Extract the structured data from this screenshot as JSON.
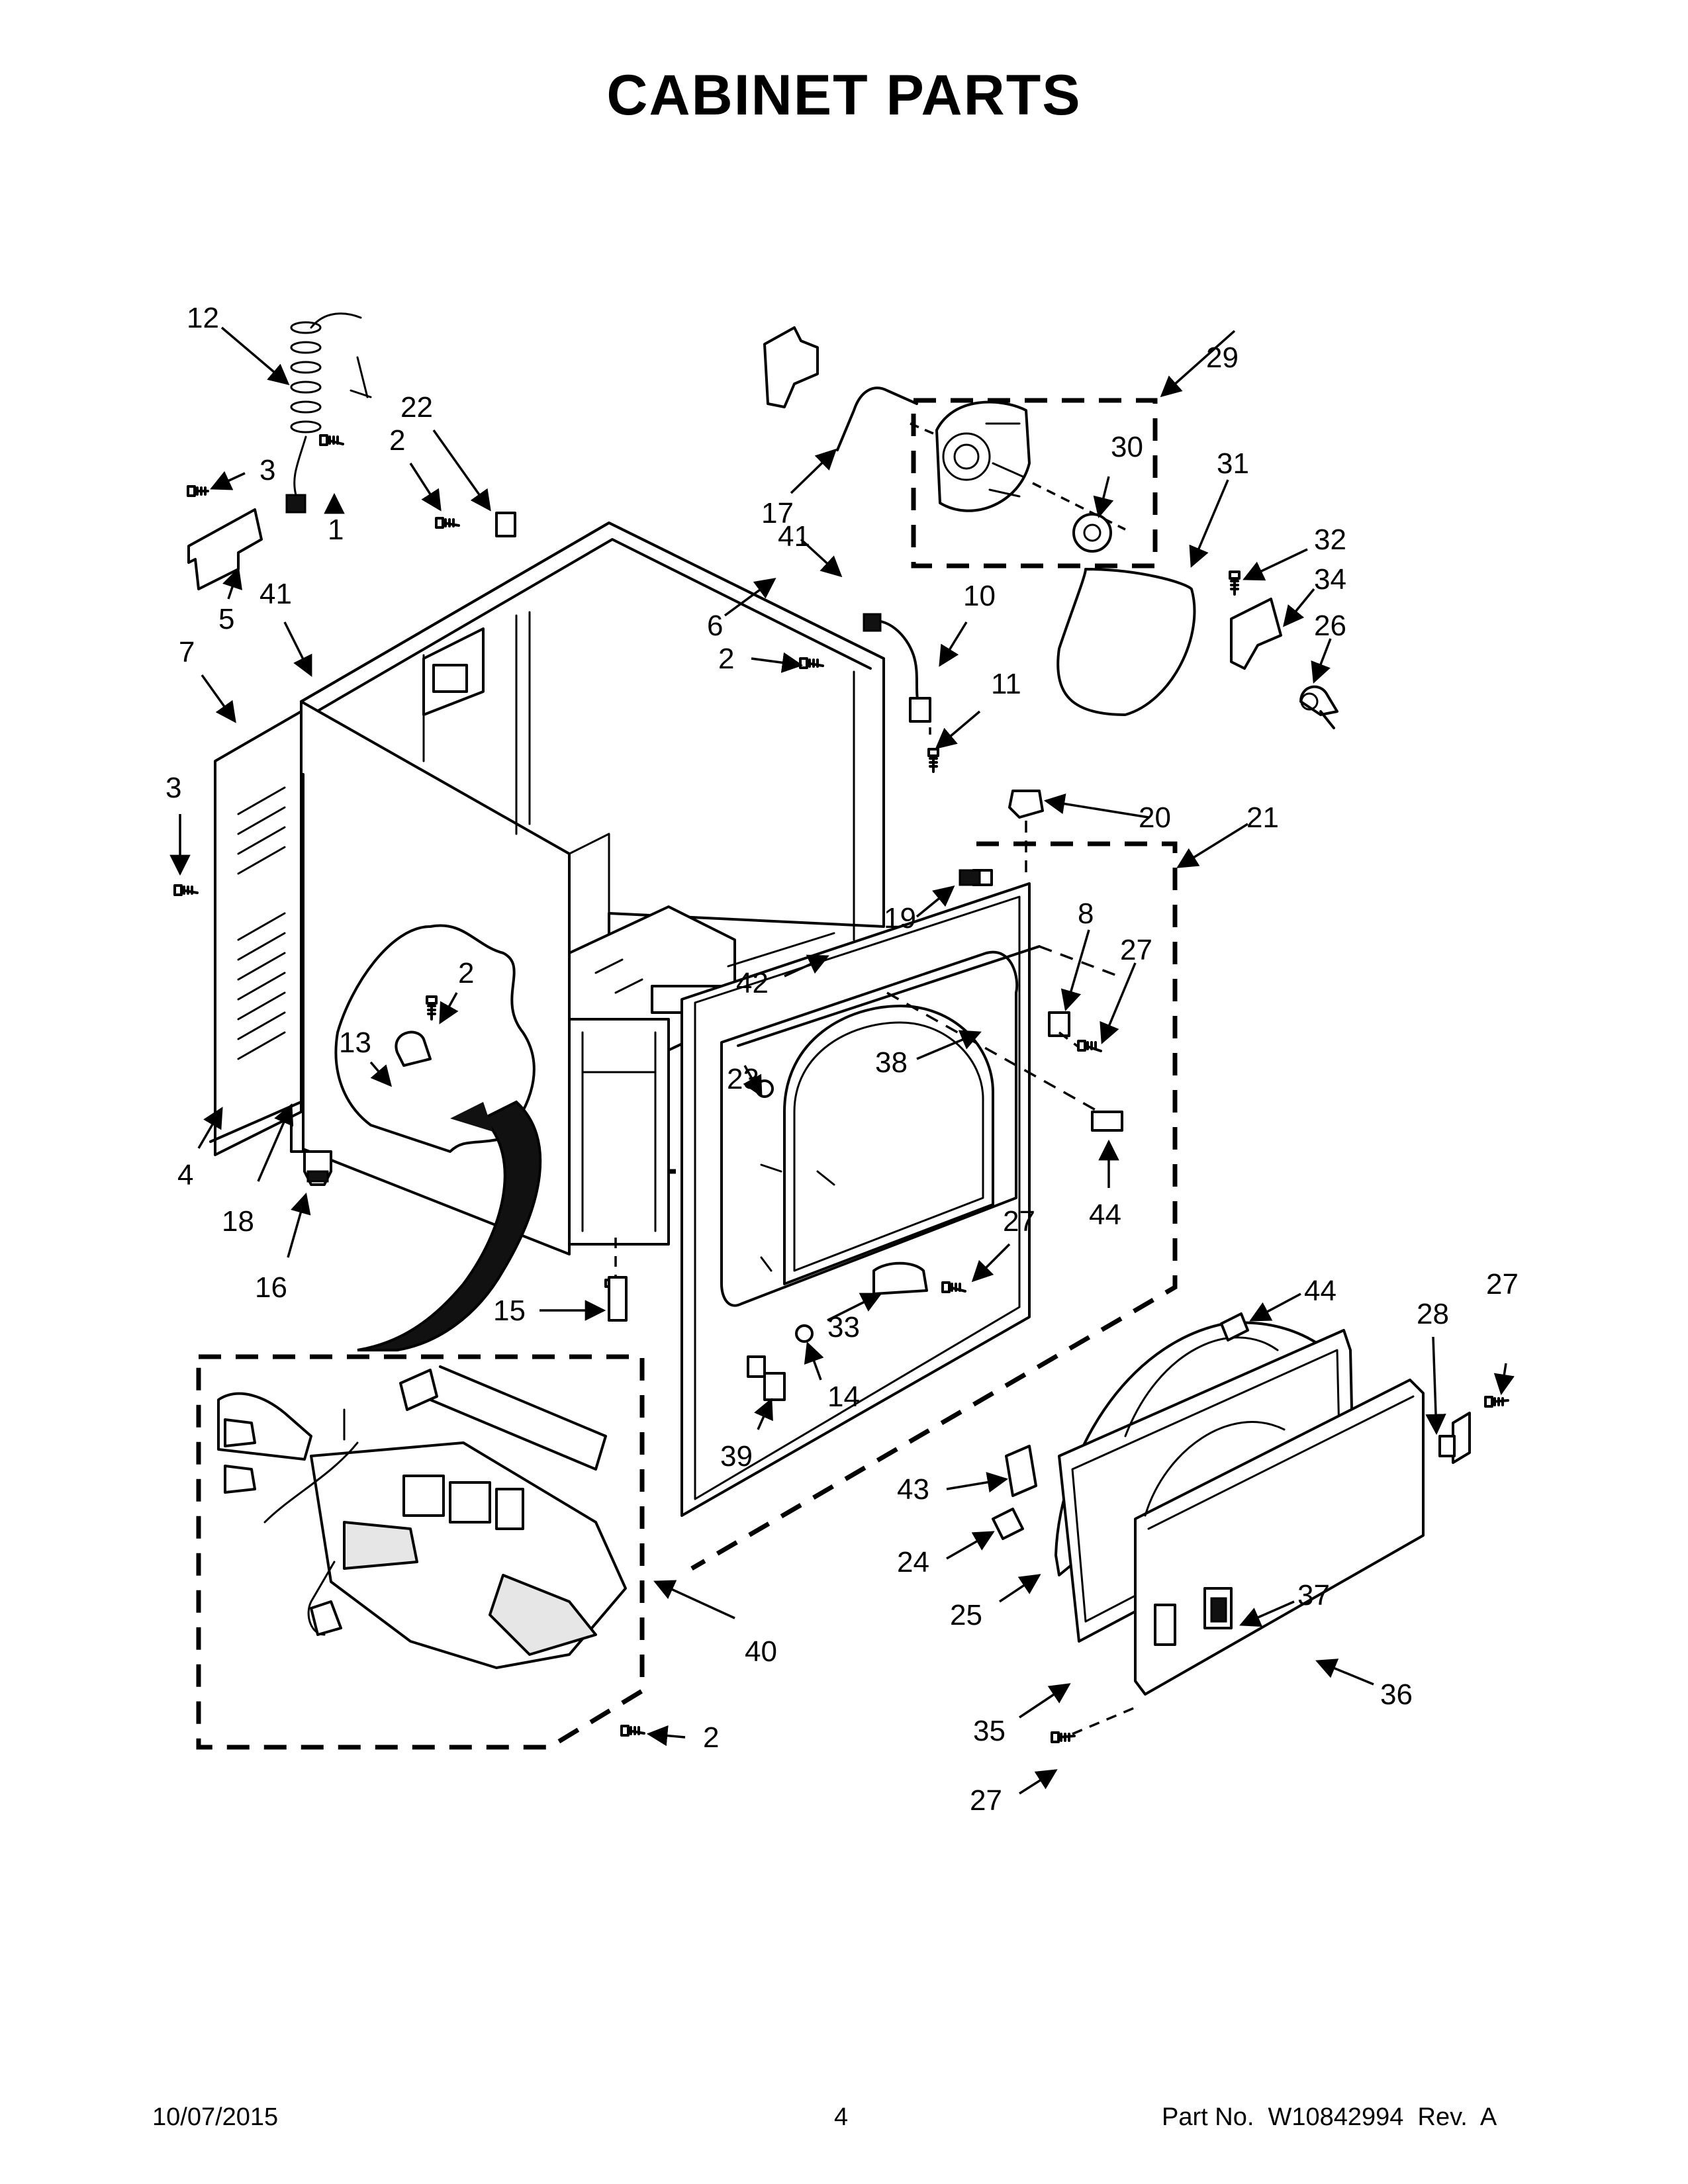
{
  "title": "CABINET PARTS",
  "footer": {
    "date": "10/07/2015",
    "page": "4",
    "part_no": "Part No.  W10842994  Rev.  A"
  },
  "callouts": {
    "c1": "1",
    "c2": "2",
    "c3": "3",
    "c4": "4",
    "c5": "5",
    "c6": "6",
    "c7": "7",
    "c8": "8",
    "c10": "10",
    "c11": "11",
    "c12": "12",
    "c13": "13",
    "c14": "14",
    "c15": "15",
    "c16": "16",
    "c17": "17",
    "c18": "18",
    "c19": "19",
    "c20": "20",
    "c21": "21",
    "c22": "22",
    "c23": "23",
    "c24": "24",
    "c25": "25",
    "c26": "26",
    "c27": "27",
    "c28": "28",
    "c29": "29",
    "c30": "30",
    "c31": "31",
    "c32": "32",
    "c33": "33",
    "c34": "34",
    "c35": "35",
    "c36": "36",
    "c37": "37",
    "c38": "38",
    "c39": "39",
    "c40": "40",
    "c41": "41",
    "c42": "42",
    "c43": "43",
    "c44": "44"
  }
}
